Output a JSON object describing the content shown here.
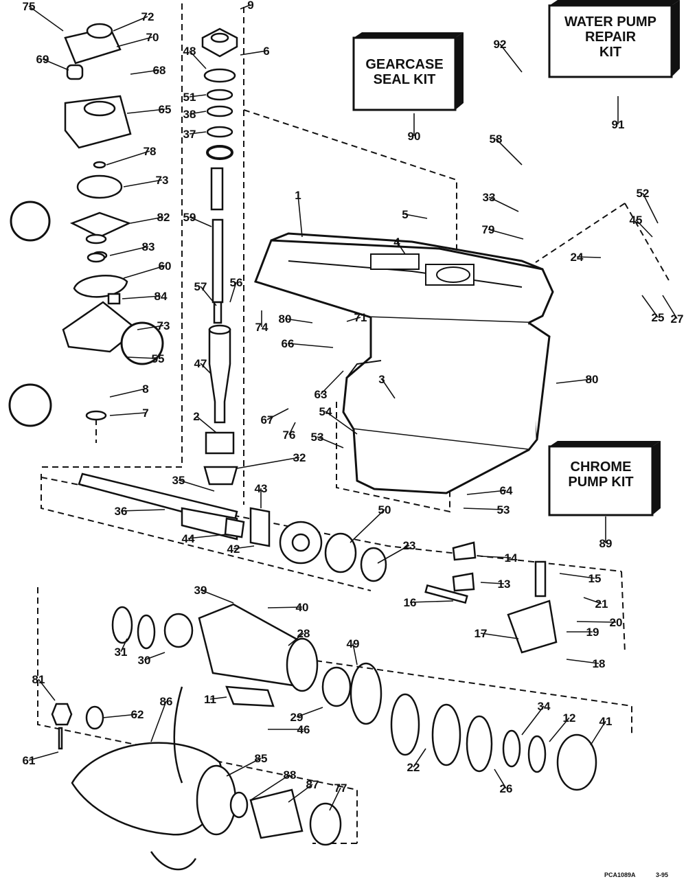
{
  "kits": {
    "water_pump": [
      "WATER PUMP",
      "REPAIR",
      "KIT"
    ],
    "gearcase_seal": [
      "GEARCASE",
      "SEAL KIT"
    ],
    "chrome_pump": [
      "CHROME",
      "PUMP KIT"
    ]
  },
  "footer": {
    "code": "PCA1089A",
    "date": "3-95"
  },
  "callouts": [
    "75",
    "72",
    "70",
    "69",
    "68",
    "65",
    "78",
    "73",
    "82",
    "83",
    "60",
    "84",
    "73",
    "55",
    "8",
    "7",
    "9",
    "6",
    "48",
    "51",
    "38",
    "37",
    "59",
    "57",
    "56",
    "47",
    "2",
    "32",
    "35",
    "43",
    "36",
    "44",
    "42",
    "50",
    "23",
    "1",
    "5",
    "92",
    "90",
    "91",
    "58",
    "33",
    "52",
    "45",
    "79",
    "24",
    "25",
    "27",
    "80",
    "71",
    "66",
    "74",
    "4",
    "3",
    "63",
    "67",
    "76",
    "54",
    "53",
    "80",
    "64",
    "53",
    "89",
    "14",
    "15",
    "13",
    "16",
    "21",
    "20",
    "17",
    "19",
    "18",
    "39",
    "40",
    "31",
    "30",
    "28",
    "49",
    "11",
    "29",
    "46",
    "22",
    "34",
    "12",
    "41",
    "26",
    "81",
    "62",
    "86",
    "85",
    "88",
    "87",
    "77",
    "61"
  ]
}
